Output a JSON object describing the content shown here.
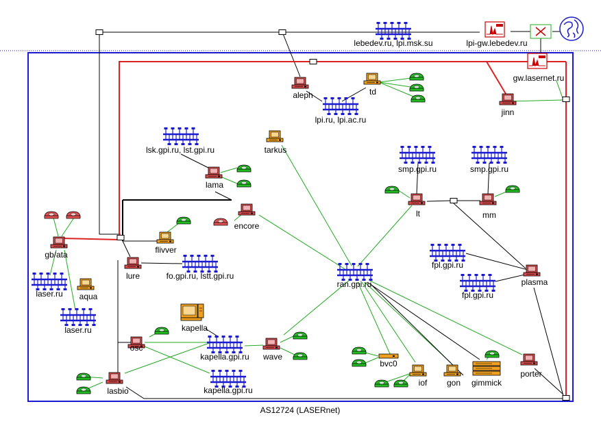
{
  "frame_label": "AS12724 (LASERnet)",
  "colors": {
    "host_red": "#d84a4a",
    "host_orange": "#f0a020",
    "net_blue": "#1a1ad0",
    "phone_green": "#22bb22",
    "phone_red": "#e05050",
    "link_green": "#22aa22",
    "link_red": "#dd2222",
    "frame_blue": "#1a1ad0"
  },
  "labels": {
    "lebedev": "lebedev.ru, lpi.msk.su",
    "lpigw": "lpi-gw.lebedev.ru",
    "gwlasernet": "gw.lasernet.ru",
    "aleph": "aleph",
    "td": "td",
    "lpiru": "lpi.ru, lpi.ac.ru",
    "jinn": "jinn",
    "lsk": "lsk.gpi.ru, lst.gpi.ru",
    "tarkus": "tarkus",
    "lama": "lama",
    "smp1": "smp.gpi.ru",
    "smp2": "smp.gpi.ru",
    "encore": "encore",
    "lt": "lt",
    "mm": "mm",
    "gbata": "gb/ata",
    "flivver": "flivver",
    "lure": "lure",
    "fo": "fo.gpi.ru, lstt.gpi.ru",
    "laserru1": "laser.ru",
    "aqua": "aqua",
    "laserru2": "laser.ru",
    "ran": "ran.gpi.ru",
    "fpl1": "fpl.gpi.ru",
    "fpl2": "fpl.gpi.ru",
    "plasma": "plasma",
    "kapella": "kapella",
    "osc": "osc",
    "kapellanet1": "kapella.gpi.ru",
    "wave": "wave",
    "bvc0": "bvc0",
    "iof": "iof",
    "gon": "gon",
    "gimmick": "gimmick",
    "porter": "porter",
    "lasbio": "lasbio",
    "kapellanet2": "kapella.gpi.ru"
  }
}
